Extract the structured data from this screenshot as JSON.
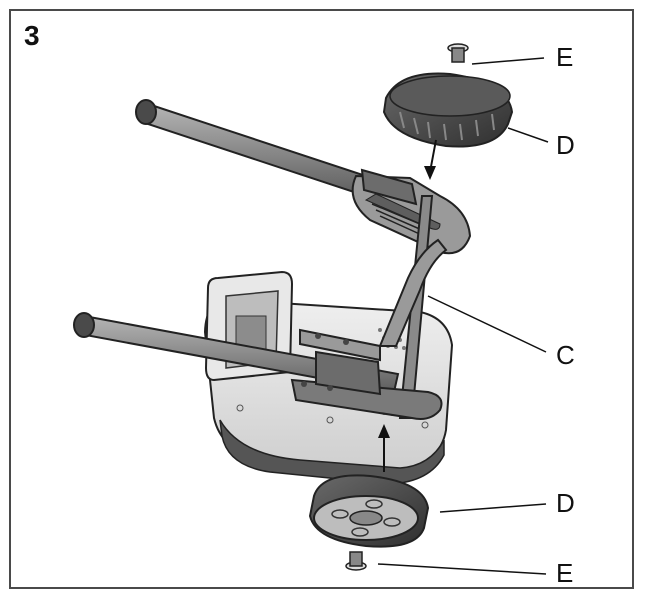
{
  "step": {
    "number": "3"
  },
  "callouts": {
    "e_top": "E",
    "d_top": "D",
    "c": "C",
    "d_bottom": "D",
    "e_bottom": "E"
  },
  "colors": {
    "frame": "#4a4a4a",
    "body_light": "#e2e2e2",
    "body_mid": "#9a9a9a",
    "handle_dark": "#6c6c6c",
    "tire_dark": "#4a4a4a",
    "outline": "#222222"
  }
}
